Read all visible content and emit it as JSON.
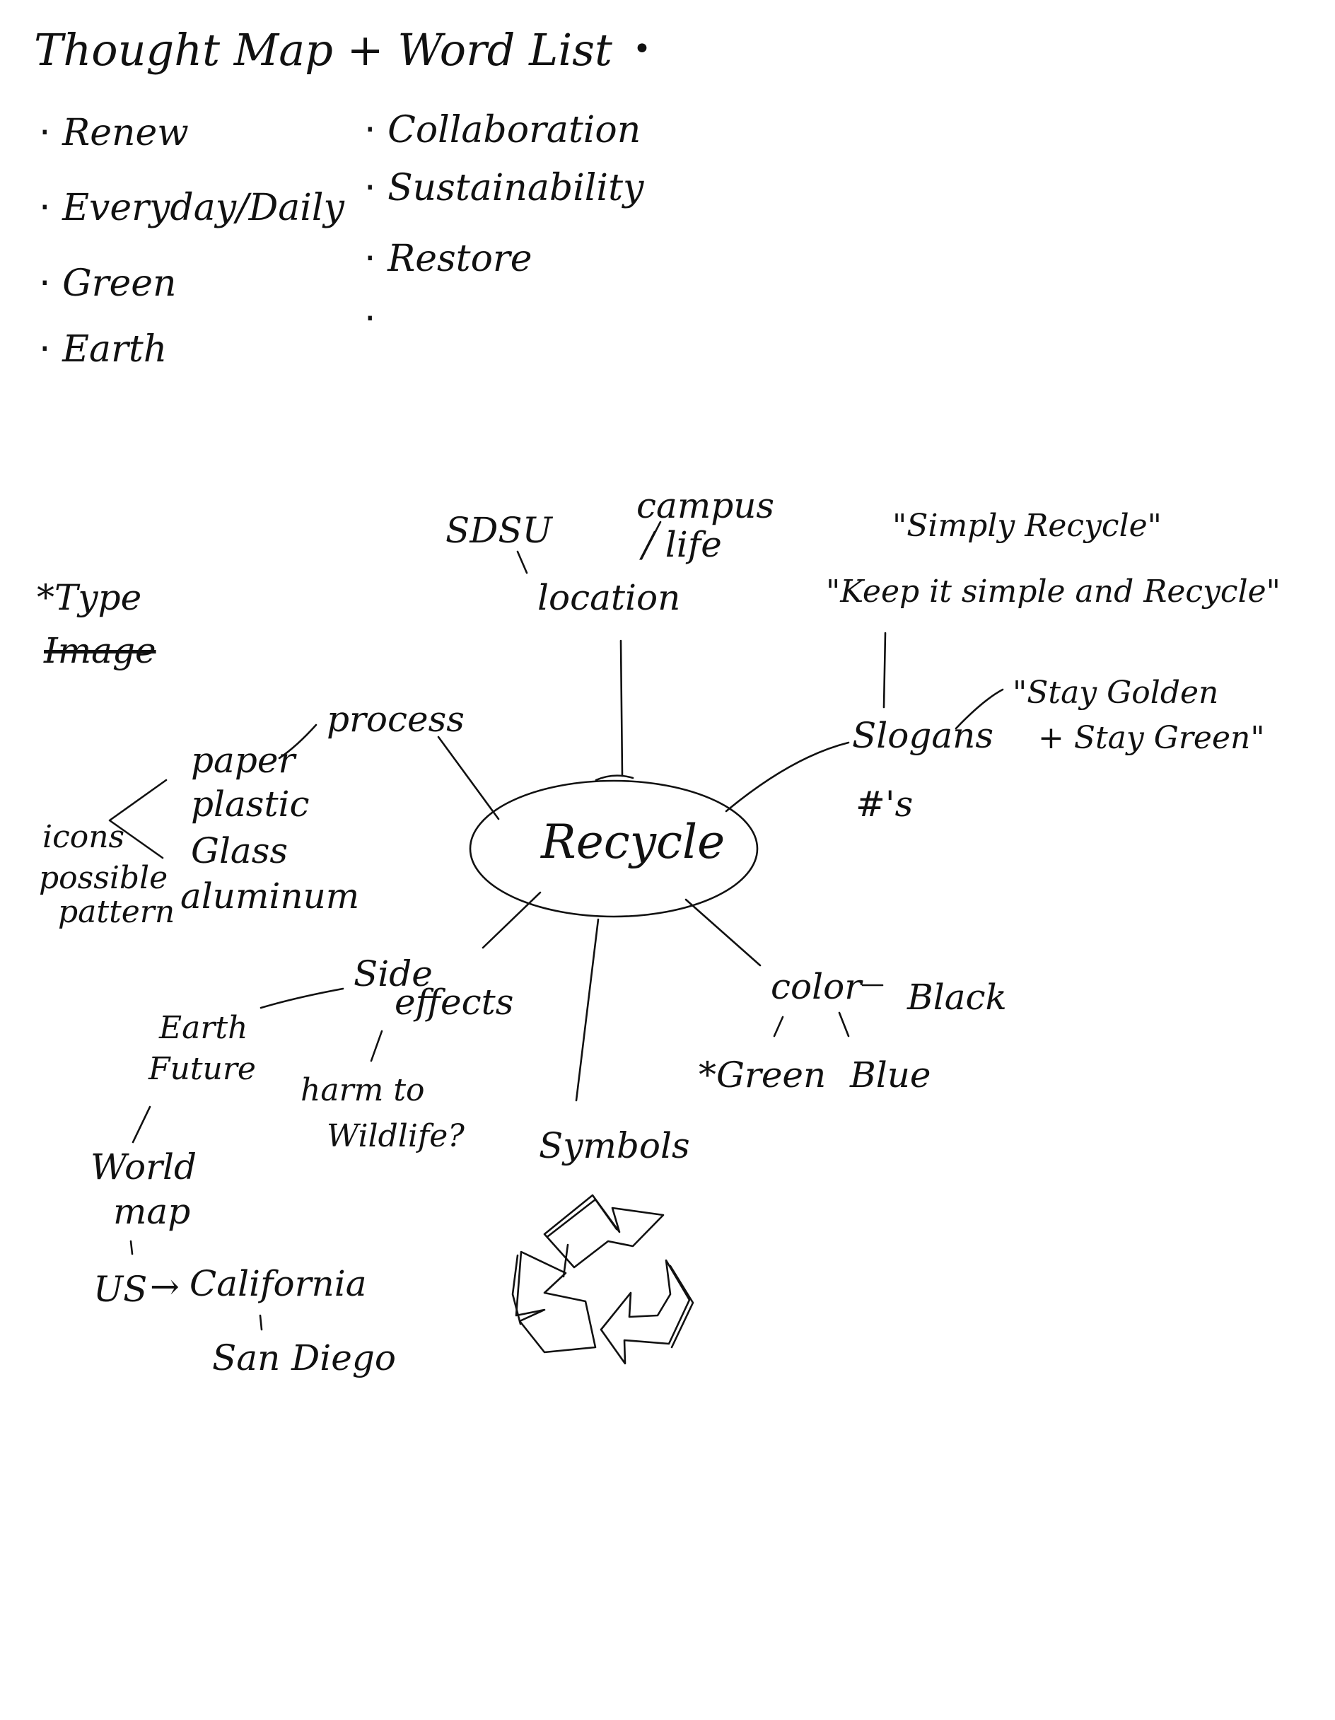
{
  "title": "Thought Map + Word List",
  "word_list": {
    "left": [
      "Renew",
      "Everyday/Daily",
      "Green",
      "Earth"
    ],
    "right": [
      "Collaboration",
      "Sustainability",
      "Restore",
      ""
    ]
  },
  "notes": {
    "type_image_1": "*Type",
    "type_image_2": "Image"
  },
  "map": {
    "center": "Recycle",
    "location": {
      "label": "location",
      "sdsu": "SDSU",
      "campus_1": "campus",
      "campus_2": "/ life"
    },
    "slogans": {
      "label": "Slogans",
      "hashtags": "#'s",
      "slogan_1": "\"Simply Recycle\"",
      "slogan_2": "\"Keep it simple and Recycle\"",
      "slogan_3a": "\"Stay Golden",
      "slogan_3b": "+ Stay Green\""
    },
    "process": {
      "label": "process",
      "materials": [
        "paper",
        "plastic",
        "Glass",
        "aluminum"
      ],
      "icons": "icons",
      "possible": "possible",
      "pattern": "pattern"
    },
    "side_effects": {
      "label_1": "Side",
      "label_2": "effects",
      "harm_1": "harm to",
      "harm_2": "Wildlife?",
      "earth_1": "Earth",
      "earth_2": "Future",
      "world_1": "World",
      "world_2": "map",
      "us": "US",
      "arrow": "→",
      "california": "California",
      "san_diego": "San Diego"
    },
    "symbols": {
      "label": "Symbols"
    },
    "color": {
      "label": "color",
      "black": "Black",
      "green": "*Green",
      "blue": "Blue"
    }
  }
}
